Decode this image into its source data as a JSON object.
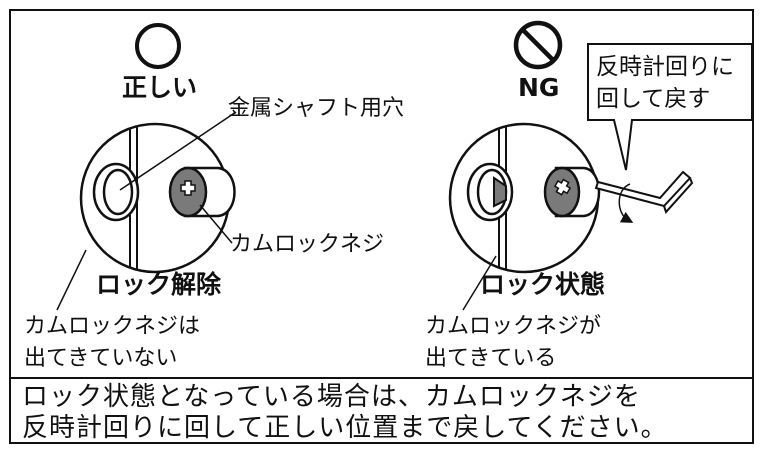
{
  "left_panel": {
    "verdict": "正しい",
    "verdict_icon": "circle-ok-icon",
    "shaft_hole_label": "金属シャフト用穴",
    "screw_label": "カムロックネジ",
    "state_label": "ロック解除",
    "note_line1": "カムロックネジは",
    "note_line2": "出てきていない"
  },
  "right_panel": {
    "verdict": "NG",
    "verdict_icon": "prohibited-icon",
    "callout_line1": "反時計回りに",
    "callout_line2": "回して戻す",
    "tool_icon": "hex-key-icon",
    "state_label": "ロック状態",
    "note_line1": "カムロックネジが",
    "note_line2": "出てきている"
  },
  "footer": {
    "line1": "ロック状態となっている場合は、カムロックネジを",
    "line2": "反時計回りに回して正しい位置まで戻してください。"
  },
  "colors": {
    "line": "#111111",
    "screw_fill": "#7a7a7a",
    "background": "#ffffff"
  }
}
